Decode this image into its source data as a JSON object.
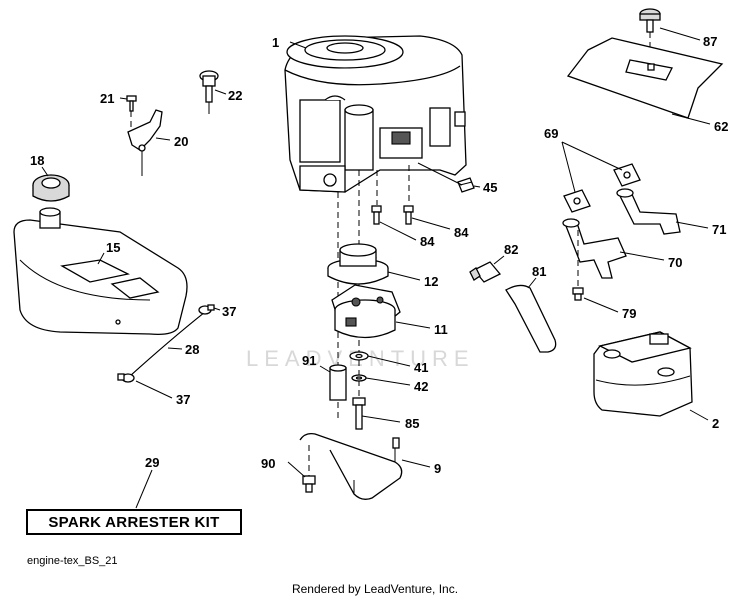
{
  "watermark": "LEADVENTURE",
  "kit_label": "SPARK ARRESTER KIT",
  "diagram_code": "engine-tex_BS_21",
  "footer": "Rendered by LeadVenture, Inc.",
  "callouts": {
    "c1": "1",
    "c2": "2",
    "c9": "9",
    "c11": "11",
    "c12": "12",
    "c15": "15",
    "c18": "18",
    "c20": "20",
    "c21": "21",
    "c22": "22",
    "c28": "28",
    "c29": "29",
    "c37a": "37",
    "c37b": "37",
    "c41": "41",
    "c42": "42",
    "c45": "45",
    "c62": "62",
    "c69": "69",
    "c70": "70",
    "c71": "71",
    "c79": "79",
    "c81": "81",
    "c82": "82",
    "c84a": "84",
    "c84b": "84",
    "c85": "85",
    "c87": "87",
    "c90": "90",
    "c91": "91"
  }
}
